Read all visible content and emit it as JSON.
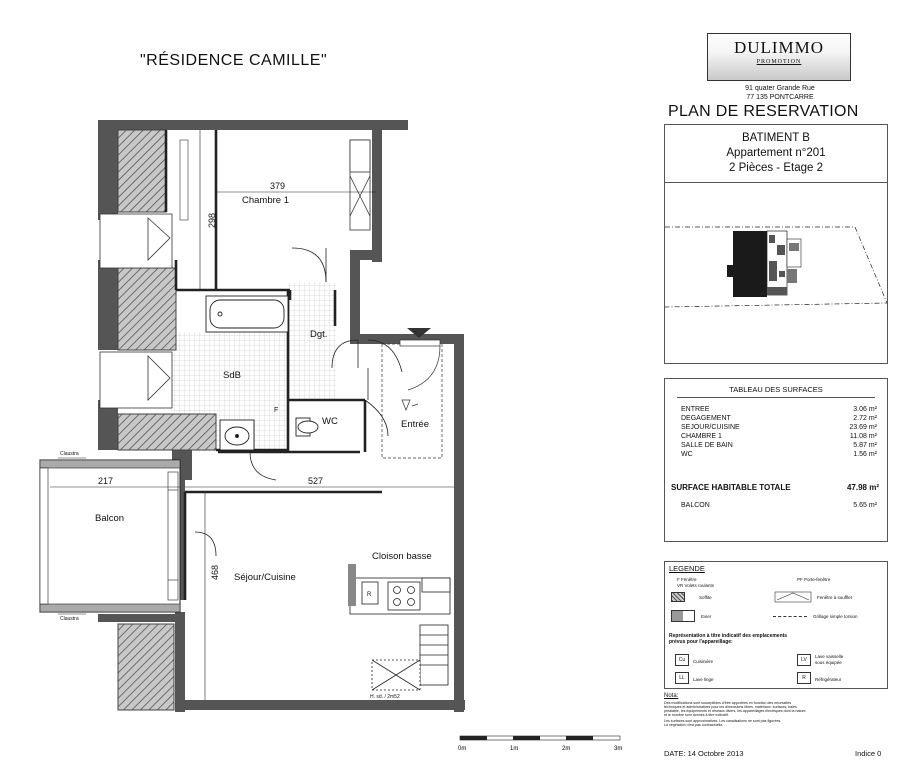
{
  "residence_title": "\"RÉSIDENCE CAMILLE\"",
  "plan": {
    "rooms": {
      "chambre": "Chambre 1",
      "sdb": "SdB",
      "dgt": "Dgt.",
      "wc": "WC",
      "entree": "Entrée",
      "balcon": "Balcon",
      "sejour": "Séjour/Cuisine",
      "cloison": "Cloison basse"
    },
    "dimensions": {
      "chambre_width": "379",
      "chambre_height": "298",
      "balcon_width": "217",
      "sejour_width": "527",
      "sejour_height": "468"
    },
    "markers": {
      "f": "F",
      "r": "R",
      "claustra_top": "Claustra",
      "claustra_bottom": "Claustra",
      "ceiling_height": "H. sd. / 2m52"
    }
  },
  "company": {
    "name": "DULIMMO",
    "subtitle": "PROMOTION",
    "address_line1": "91 quater Grande Rue",
    "address_line2": "77 135 PONTCARRE"
  },
  "sheet_title": "PLAN DE RESERVATION",
  "building": {
    "name": "BATIMENT B",
    "apartment": "Appartement n°201",
    "type": "2 Pièces - Etage 2"
  },
  "surfaces": {
    "title": "TABLEAU DES SURFACES",
    "rows": [
      {
        "name": "ENTREE",
        "value": "3.06 m²"
      },
      {
        "name": "DEGAGEMENT",
        "value": "2.72 m²"
      },
      {
        "name": "SEJOUR/CUISINE",
        "value": "23.69 m²"
      },
      {
        "name": "CHAMBRE 1",
        "value": "11.08 m²"
      },
      {
        "name": "SALLE DE BAIN",
        "value": "5.87 m²"
      },
      {
        "name": "WC",
        "value": "1.56 m²"
      }
    ],
    "total_label": "SURFACE HABITABLE TOTALE",
    "total_value": "47.98 m²",
    "balcon_label": "BALCON",
    "balcon_value": "5.65 m²"
  },
  "legend": {
    "title": "LEGENDE",
    "items": {
      "f": "F     Fenêtre",
      "vr": "VR   Volets roulants",
      "porte": "PF    Porte-fenêtre",
      "soffite": "Soffite",
      "fenetre_soufflet": "Fenêtre à soufflet",
      "evier": "Evier",
      "grillage": "Grillage simple torsion"
    },
    "note1": "Représentation à titre indicatif des emplacements",
    "note2": "prévus pour l'appareillage:",
    "apparatus": {
      "cu": "Cu",
      "cuisiniere": "Cuisinière",
      "ll": "LL",
      "lave_linge": "Lave linge",
      "lv": "LV",
      "lave_vaisselle": "Lave vaisselle",
      "sous_equipee": "sous équipée",
      "frigo_r": "R",
      "refrigerateur": "Réfrigérateur"
    }
  },
  "notes": {
    "title": "Nota:",
    "lines": [
      "Des modifications sont susceptibles d'être apportées en fonction des nécessités",
      "techniques et administratives pour les dimensions libres, matériaux, surfaces, baies",
      "préalable, les équipements et réseaux divers, les appareillages électriques dont la nature",
      "et le nombre sont donnés à titre indicatif.",
      "Les surfaces sont approximatives. Les canalisations ne sont pas figurées.",
      "La végétation n'est pas contractuelle."
    ]
  },
  "date_line": "DATE: 14 Octobre 2013",
  "index_line": "Indice 0",
  "scale": {
    "labels": [
      "0m",
      "1m",
      "2m",
      "3m"
    ]
  }
}
